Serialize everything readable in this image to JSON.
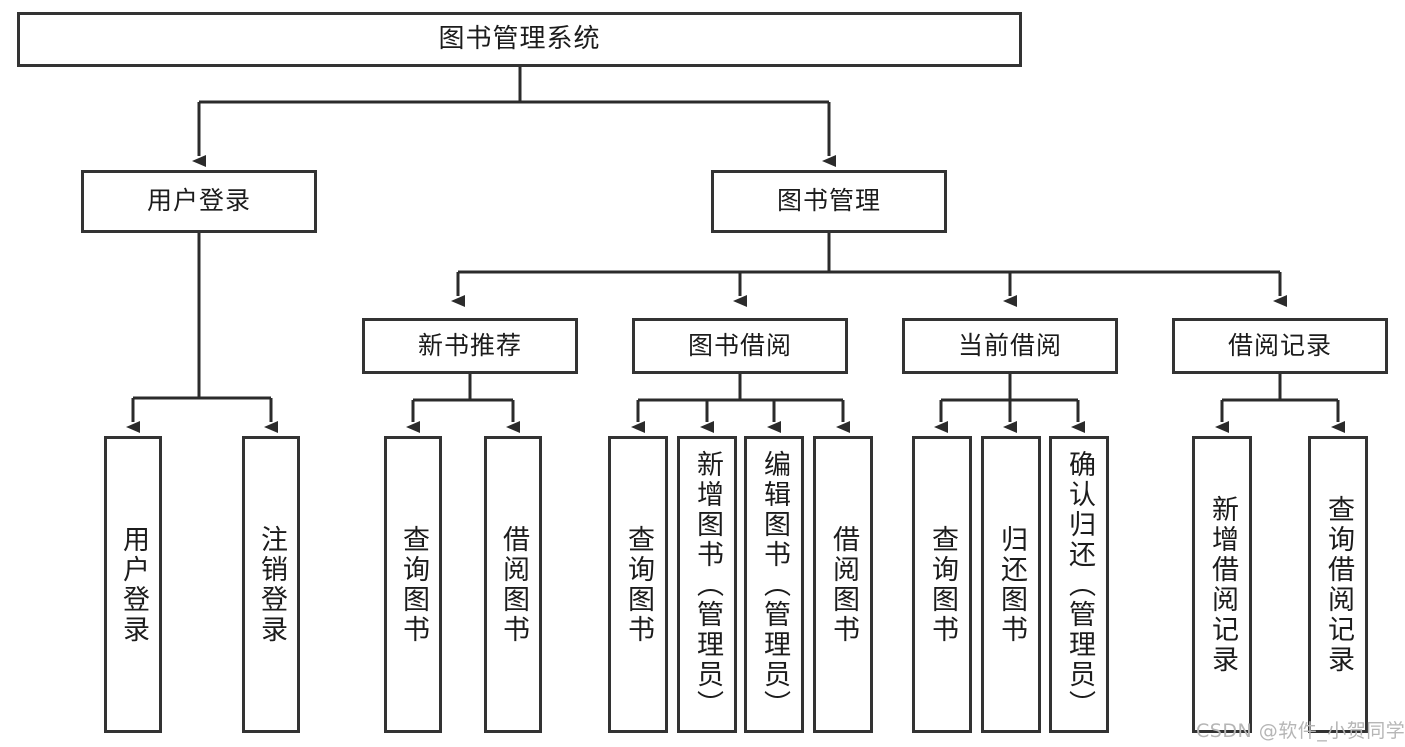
{
  "diagram": {
    "title": "图书管理系统",
    "type": "functional-structure-tree",
    "watermark": "CSDN @软件_小贺同学",
    "colors": {
      "border": "#333333",
      "background": "#ffffff",
      "text": "#1c1c1c",
      "watermark": "#b6b6b6"
    },
    "root": {
      "label": "图书管理系统"
    },
    "level2": [
      {
        "label": "用户登录"
      },
      {
        "label": "图书管理"
      }
    ],
    "level3": [
      {
        "label": "新书推荐"
      },
      {
        "label": "图书借阅"
      },
      {
        "label": "当前借阅"
      },
      {
        "label": "借阅记录"
      }
    ],
    "leaves": {
      "user_login": [
        {
          "label": "用户登录"
        },
        {
          "label": "注销登录"
        }
      ],
      "new_book_recommend": [
        {
          "label": "查询图书"
        },
        {
          "label": "借阅图书"
        }
      ],
      "book_borrow": [
        {
          "label": "查询图书"
        },
        {
          "label": "新增图书（管理员）"
        },
        {
          "label": "编辑图书（管理员）"
        },
        {
          "label": "借阅图书"
        }
      ],
      "current_borrow": [
        {
          "label": "查询图书"
        },
        {
          "label": "归还图书"
        },
        {
          "label": "确认归还（管理员）"
        }
      ],
      "borrow_record": [
        {
          "label": "新增借阅记录"
        },
        {
          "label": "查询借阅记录"
        }
      ]
    }
  }
}
